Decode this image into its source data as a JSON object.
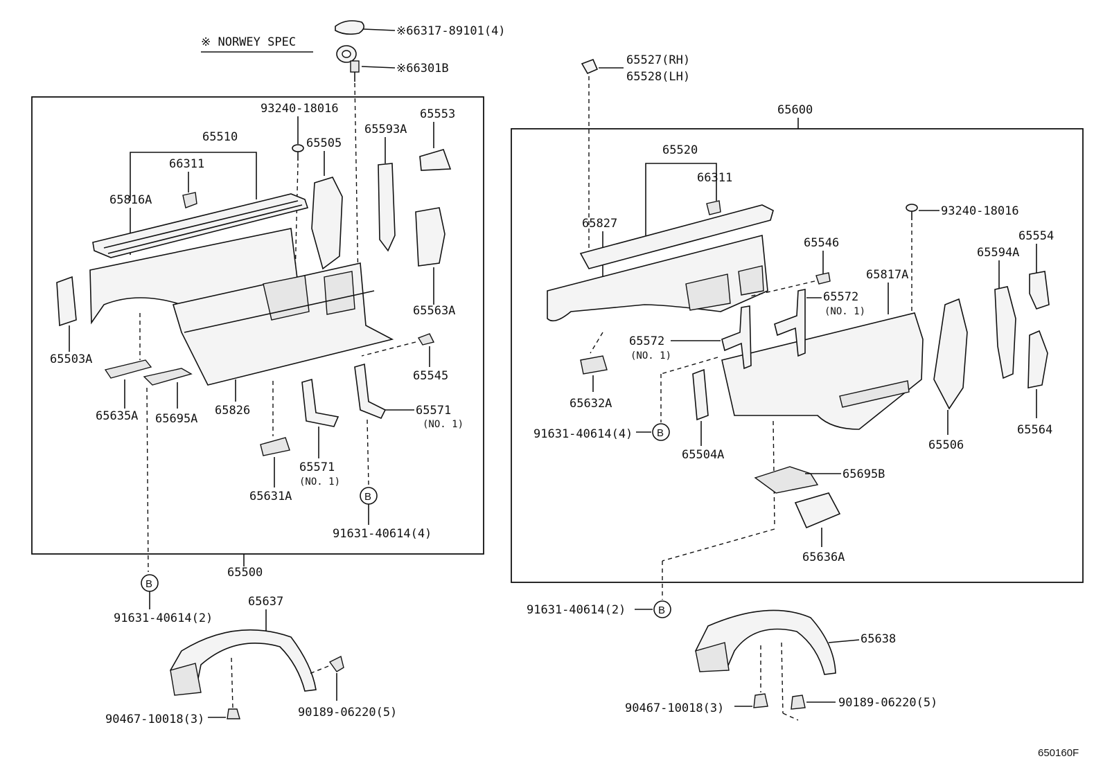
{
  "note": {
    "norway_spec": "※ NORWEY SPEC"
  },
  "labels": {
    "l_66317": "※66317-89101(4)",
    "l_66301b": "※66301B",
    "l_93240_a": "93240-18016",
    "l_65510": "65510",
    "l_65505": "65505",
    "l_65593a": "65593A",
    "l_65553": "65553",
    "l_66311_a": "66311",
    "l_65816a": "65816A",
    "l_65563a": "65563A",
    "l_65503a": "65503A",
    "l_65545": "65545",
    "l_65635a": "65635A",
    "l_65695a": "65695A",
    "l_65826": "65826",
    "l_65571_a": "65571",
    "l_no1_a": "(NO. 1)",
    "l_65571_b": "65571",
    "l_no1_b": "(NO. 1)",
    "l_65631a": "65631A",
    "l_91631_a": "91631-40614(4)",
    "l_65500": "65500",
    "l_91631_b": "91631-40614(2)",
    "l_65637": "65637",
    "l_90467_a": "90467-10018(3)",
    "l_90189_a": "90189-06220(5)",
    "l_65527": "65527(RH)",
    "l_65528": "65528(LH)",
    "l_65600": "65600",
    "l_65520": "65520",
    "l_66311_b": "66311",
    "l_65827": "65827",
    "l_93240_b": "93240-18016",
    "l_65546": "65546",
    "l_65554": "65554",
    "l_65594a": "65594A",
    "l_65817a": "65817A",
    "l_65572_a": "65572",
    "l_no1_c": "(NO. 1)",
    "l_65572_b": "65572",
    "l_no1_d": "(NO. 1)",
    "l_65632a": "65632A",
    "l_91631_c": "91631-40614(4)",
    "l_65504a": "65504A",
    "l_65506": "65506",
    "l_65564": "65564",
    "l_65695b": "65695B",
    "l_65636a": "65636A",
    "l_91631_d": "91631-40614(2)",
    "l_65638": "65638",
    "l_90467_b": "90467-10018(3)",
    "l_90189_b": "90189-06220(5)",
    "ref_b": "B",
    "figure_code": "650160F"
  }
}
